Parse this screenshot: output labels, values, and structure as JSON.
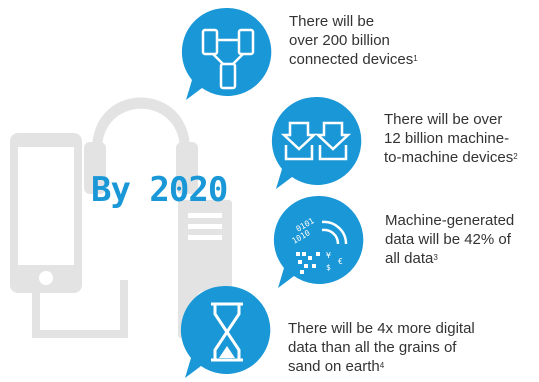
{
  "title": "By 2020",
  "facts": [
    {
      "icon": "connected-devices-icon",
      "lines": [
        "There will be",
        "over 200 billion",
        "connected devices"
      ],
      "footnote": "1"
    },
    {
      "icon": "machine-download-icon",
      "lines": [
        "There will be over",
        "12 billion machine-",
        "to-machine devices"
      ],
      "footnote": "2"
    },
    {
      "icon": "binary-data-icon",
      "lines": [
        "Machine-generated",
        "data will be 42% of",
        "all data"
      ],
      "footnote": "3"
    },
    {
      "icon": "hourglass-icon",
      "lines": [
        "There will be 4x more digital",
        "data than all the grains of",
        "sand on earth"
      ],
      "footnote": "4"
    }
  ],
  "colors": {
    "accent": "#1a97d6",
    "background_art": "#e3e3e3",
    "text": "#333333"
  }
}
